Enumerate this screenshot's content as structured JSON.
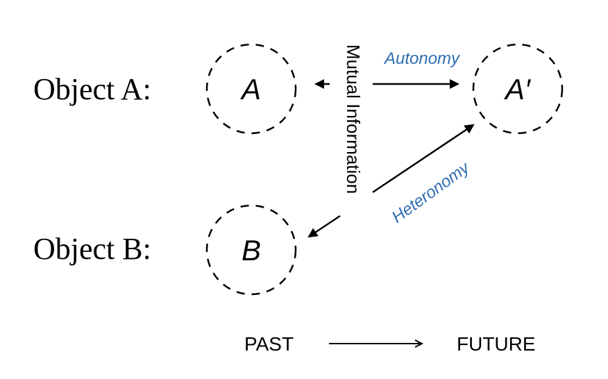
{
  "rows": {
    "object_a_label": "Object A:",
    "object_b_label": "Object B:"
  },
  "nodes": {
    "a": "A",
    "a_prime": "A′",
    "b": "B"
  },
  "edges": {
    "autonomy": "Autonomy",
    "heteronomy": "Heteronomy",
    "mutual_information": "Mutual Information"
  },
  "timeline": {
    "past": "PAST",
    "future": "FUTURE"
  },
  "colors": {
    "edge_label": "#2e6db4",
    "ink": "#000000"
  }
}
